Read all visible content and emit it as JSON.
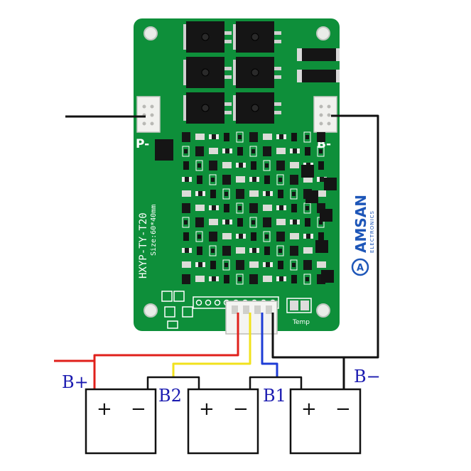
{
  "board": {
    "pcb_color": "#0e8f3a",
    "pad_color": "#f1f1ee",
    "mosfet_color": "#151515",
    "pad_labels": {
      "p_minus": "P-",
      "b_minus": "B-"
    },
    "model_text": "HXYP-TY-T20",
    "size_text": "Size:60*40mm",
    "temp_text": "Temp"
  },
  "brand": {
    "name": "AMSAN",
    "subtitle": "ELECTRONICS",
    "logo_letter": "A",
    "color": "#1d56b8"
  },
  "wiring": {
    "label_bplus": "B+",
    "label_b2": "B2",
    "label_b1": "B1",
    "label_bminus": "B−",
    "label_color": "#1a1ab0",
    "colors": {
      "b_plus": "#e0201b",
      "b2": "#f1e21c",
      "b1": "#1e3cd6",
      "b_minus": "#111111",
      "p_minus": "#111111"
    }
  },
  "cells": [
    {
      "plus": "+",
      "minus": "−"
    },
    {
      "plus": "+",
      "minus": "−"
    },
    {
      "plus": "+",
      "minus": "−"
    }
  ]
}
